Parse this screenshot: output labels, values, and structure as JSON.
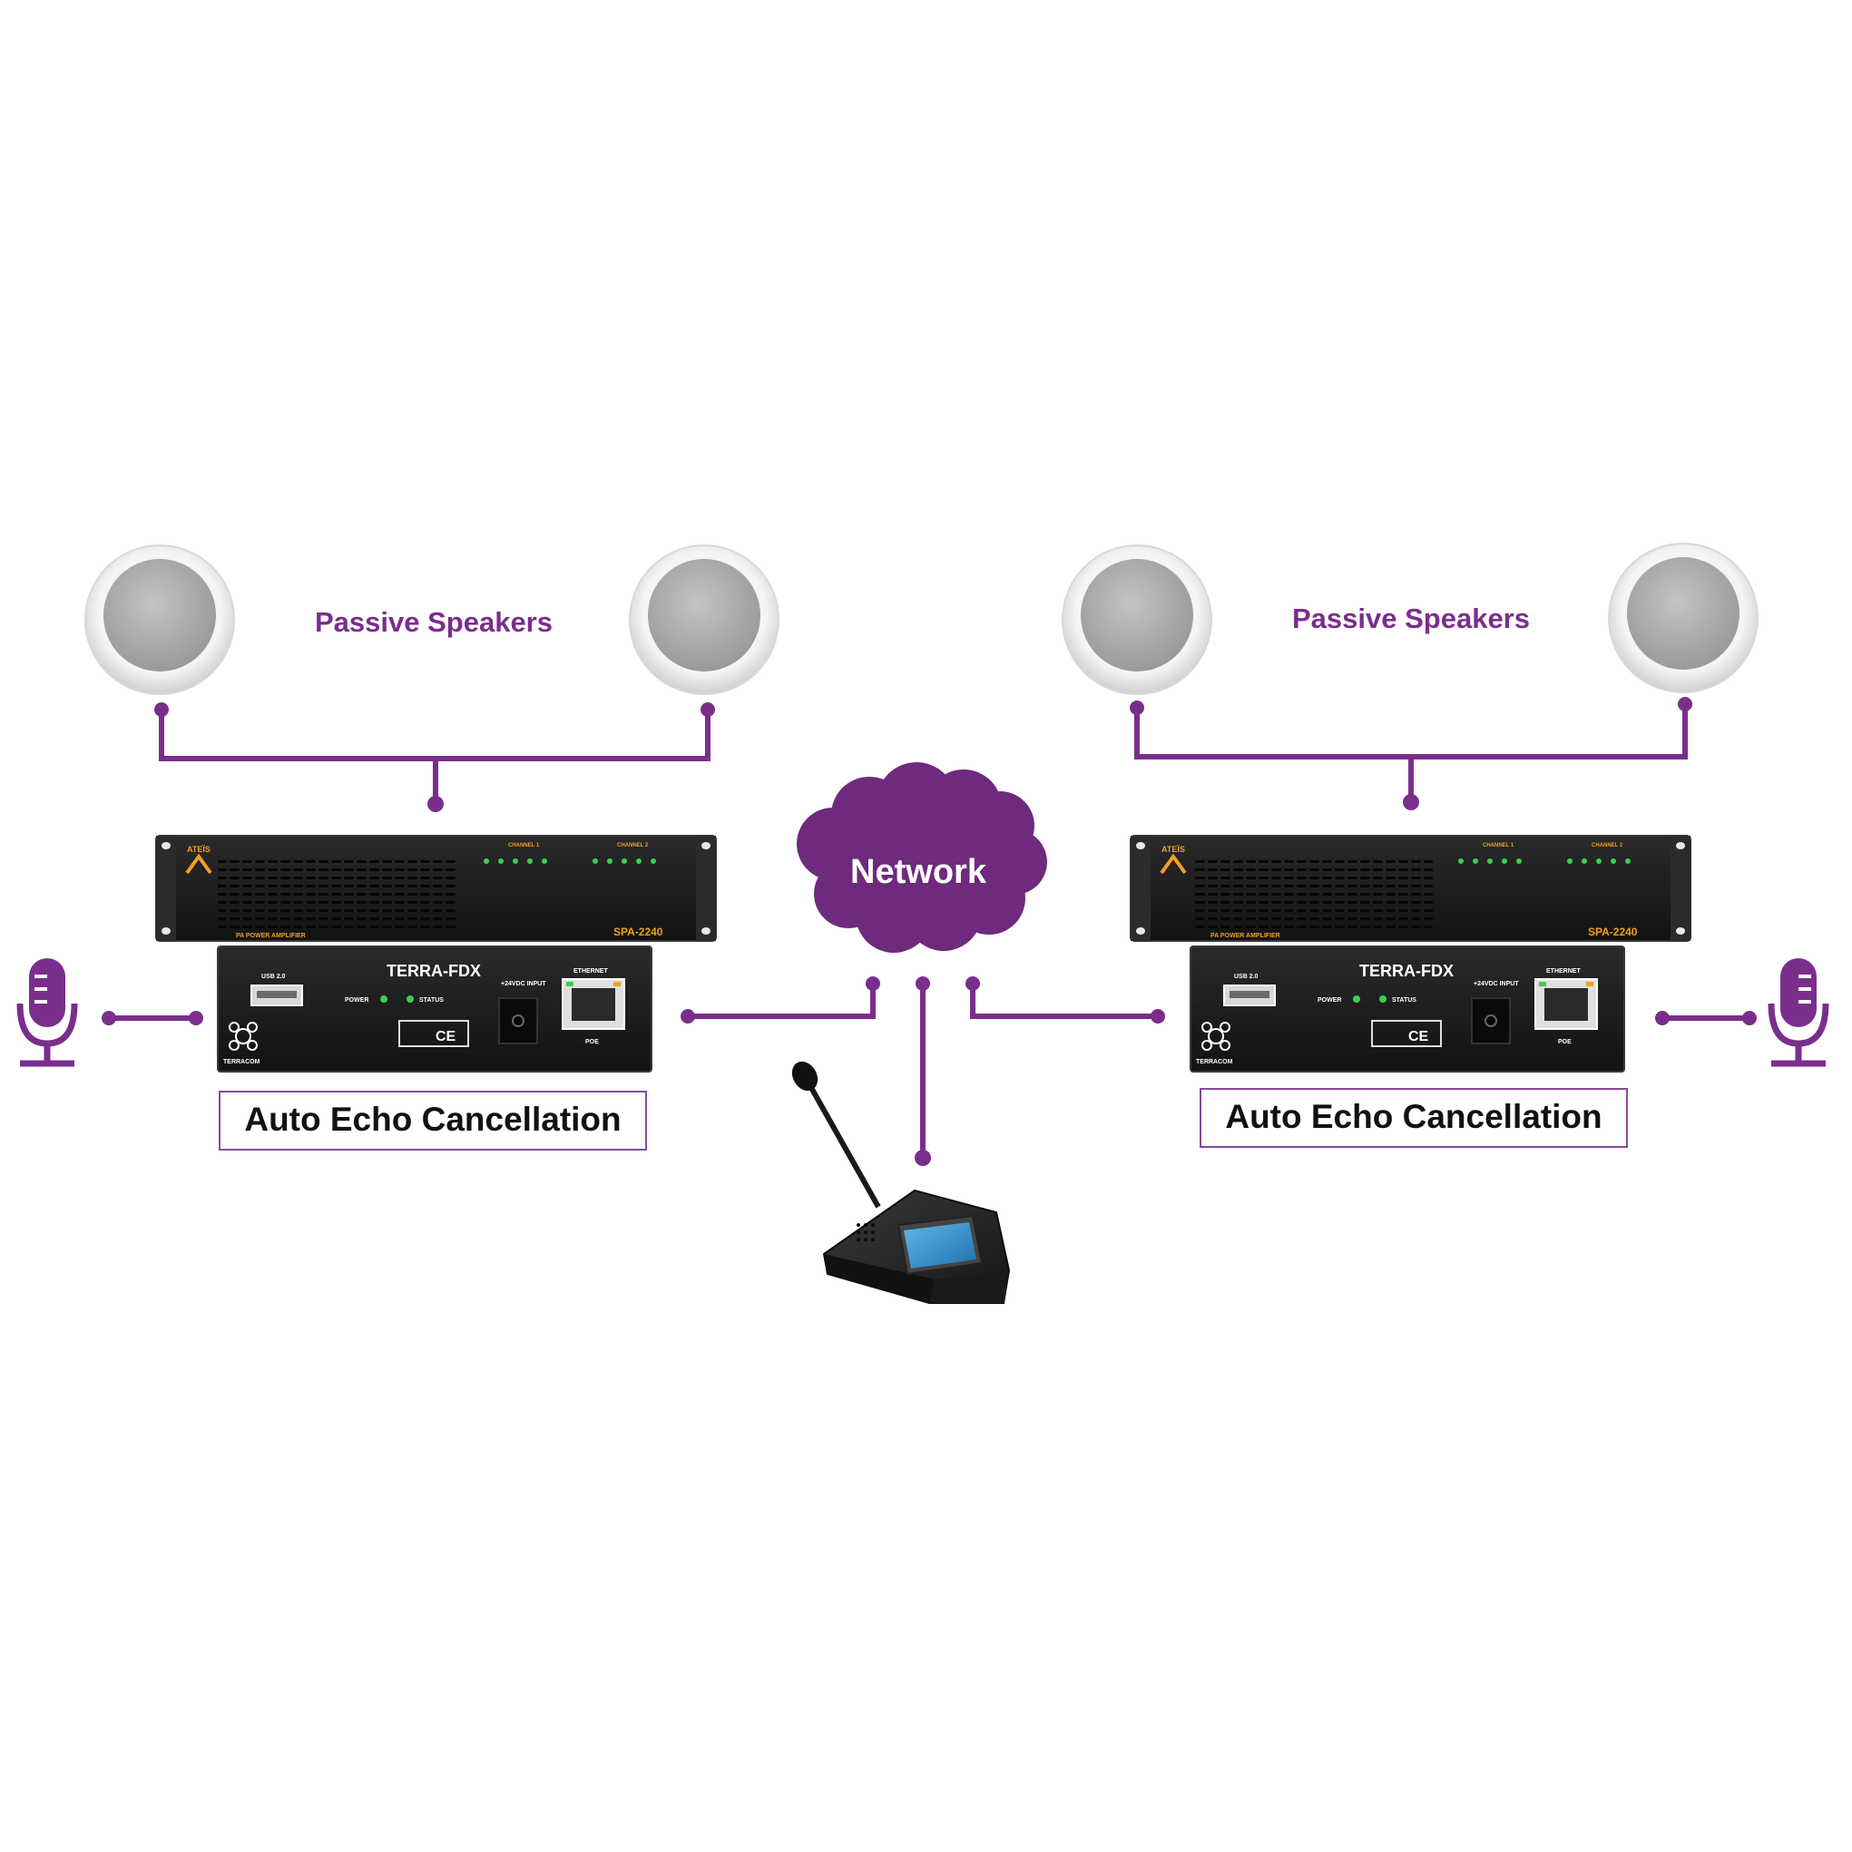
{
  "colors": {
    "accent_purple": "#7a2e8c",
    "cloud_purple": "#6e2a7d",
    "device_black": "#1b1b1b",
    "amp_orange": "#f0a020",
    "led_green": "#3ccf4e",
    "box_border": "#8a4a9a"
  },
  "left": {
    "speakers_label": "Passive Speakers",
    "amp": {
      "brand": "ATEÏS",
      "model": "SPA-2240",
      "subtitle": "PA POWER AMPLIFIER",
      "channel1": "CHANNEL 1",
      "channel2": "CHANNEL 2"
    },
    "fdx": {
      "name": "TERRA-FDX",
      "usb": "USB 2.0",
      "power": "POWER",
      "status": "STATUS",
      "input": "+24VDC INPUT",
      "ethernet": "ETHERNET",
      "poe": "POE",
      "brand": "TERRACOM"
    },
    "caption": "Auto Echo Cancellation"
  },
  "right": {
    "speakers_label": "Passive Speakers",
    "amp": {
      "brand": "ATEÏS",
      "model": "SPA-2240",
      "subtitle": "PA POWER AMPLIFIER",
      "channel1": "CHANNEL 1",
      "channel2": "CHANNEL 2"
    },
    "fdx": {
      "name": "TERRA-FDX",
      "usb": "USB 2.0",
      "power": "POWER",
      "status": "STATUS",
      "input": "+24VDC INPUT",
      "ethernet": "ETHERNET",
      "poe": "POE",
      "brand": "TERRACOM"
    },
    "caption": "Auto Echo Cancellation"
  },
  "network_label": "Network",
  "icons": [
    "speaker-icon",
    "microphone-icon",
    "network-cloud-icon",
    "paging-console-icon"
  ]
}
